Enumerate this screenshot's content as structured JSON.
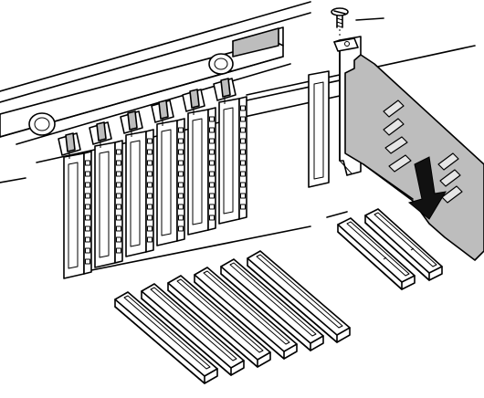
{
  "figure": {
    "colors": {
      "line": "#000000",
      "background": "#ffffff",
      "card_fill": "#bdbdbd",
      "light_fill": "#e6e6e6",
      "arrow": "#111111"
    },
    "icons": {
      "screw": "screw-icon",
      "insert_direction": "arrow-down-icon"
    },
    "slot_covers_count": 6,
    "isa_slots_count": 6,
    "pci_slots_count": 2
  }
}
